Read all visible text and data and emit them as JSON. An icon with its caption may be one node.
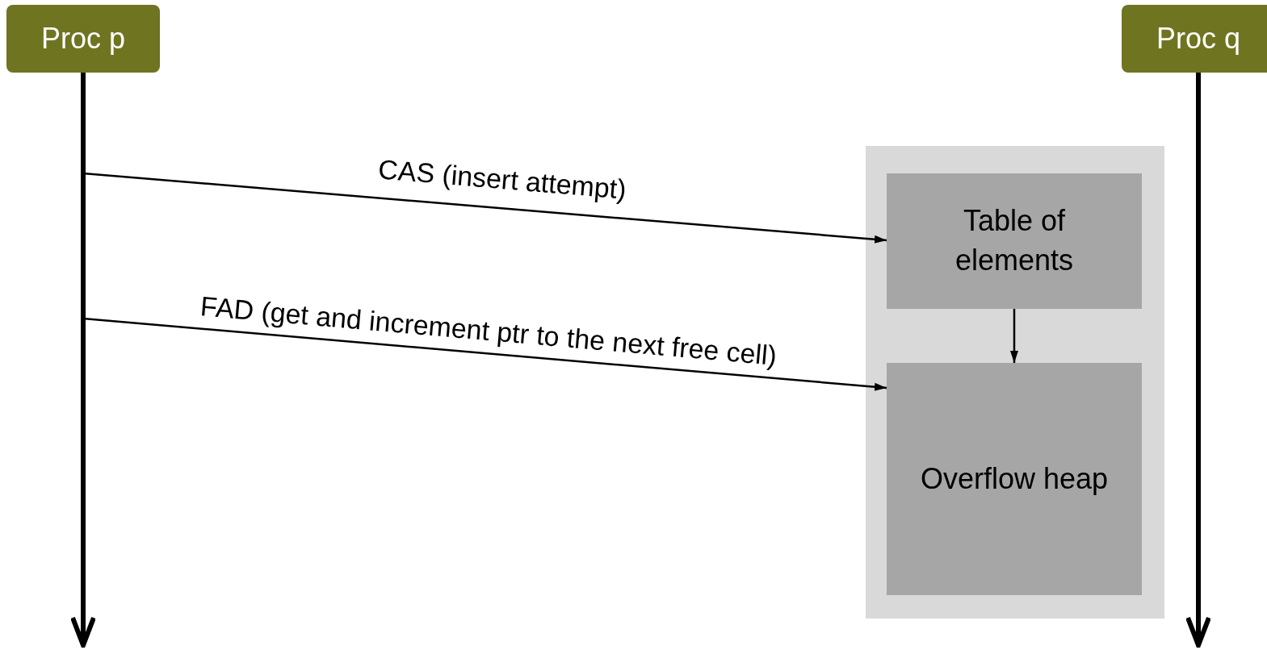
{
  "diagram": {
    "nodes": [
      {
        "text": [
          "Proc p"
        ]
      },
      {
        "text": [
          "Proc q"
        ]
      },
      {
        "text": [],
        "shape": "box"
      },
      {
        "text": [
          "Table of elements"
        ],
        "in": 2
      },
      {
        "text": [
          "Overflow heap"
        ],
        "in": 2
      }
    ],
    "edges": [
      {
        "from": 0,
        "to": null,
        "arrow": "to",
        "style": "thick"
      },
      {
        "from": 1,
        "to": null,
        "arrow": "to",
        "style": "thick"
      },
      {
        "from": null,
        "to": 3,
        "arrow": "to",
        "label": "CAS (insert attempt)"
      },
      {
        "from": null,
        "to": 4,
        "arrow": "to",
        "label": "FAD (get and increment ptr to the next free cell)"
      },
      {
        "from": 3,
        "to": 4,
        "arrow": "to"
      }
    ]
  }
}
